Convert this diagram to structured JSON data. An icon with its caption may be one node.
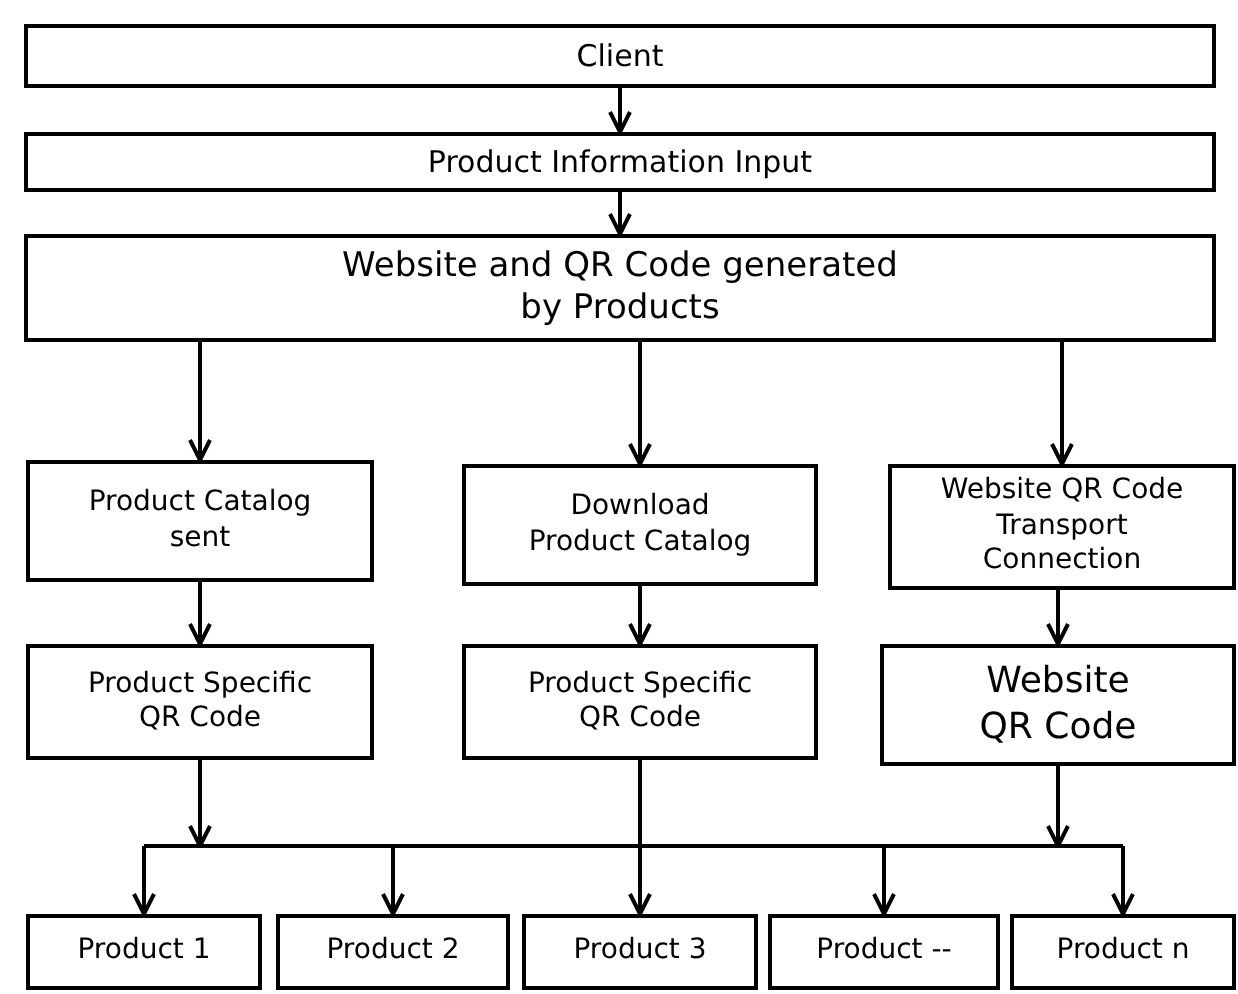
{
  "diagram": {
    "nodes": [
      {
        "text": [
          "Client"
        ]
      },
      {
        "text": [
          "Product Information Input"
        ]
      },
      {
        "text": [
          "Website and QR Code generated by Products"
        ]
      },
      {
        "text": [
          "Product Catalog sent"
        ]
      },
      {
        "text": [
          "Download Product Catalog"
        ]
      },
      {
        "text": [
          "Website QR Code Transport Connection"
        ]
      },
      {
        "text": [
          "Product Specific QR Code"
        ]
      },
      {
        "text": [
          "Product Specific QR Code"
        ]
      },
      {
        "text": [
          "Website QR Code"
        ]
      },
      {
        "text": [
          "Product 1"
        ]
      },
      {
        "text": [
          "Product 2"
        ]
      },
      {
        "text": [
          "Product 3"
        ]
      },
      {
        "text": [
          "Product --"
        ]
      },
      {
        "text": [
          "Product n"
        ]
      }
    ],
    "edges": [
      {
        "from": 0,
        "to": 1,
        "arrow": "to"
      },
      {
        "from": 1,
        "to": 2,
        "arrow": "to"
      },
      {
        "from": 2,
        "to": 3,
        "arrow": "to"
      },
      {
        "from": 2,
        "to": 4,
        "arrow": "to"
      },
      {
        "from": 2,
        "to": 5,
        "arrow": "to"
      },
      {
        "from": 3,
        "to": 6,
        "arrow": "to"
      },
      {
        "from": 4,
        "to": 7,
        "arrow": "to"
      },
      {
        "from": 5,
        "to": 8,
        "arrow": "to"
      },
      {
        "from": 6,
        "to": 9,
        "arrow": "to"
      },
      {
        "from": 6,
        "to": 10,
        "arrow": "to"
      },
      {
        "from": 6,
        "to": 11,
        "arrow": "to"
      },
      {
        "from": 6,
        "to": 12,
        "arrow": "to"
      },
      {
        "from": 6,
        "to": 13,
        "arrow": "to"
      },
      {
        "from": 7,
        "to": 9,
        "arrow": "to"
      },
      {
        "from": 7,
        "to": 10,
        "arrow": "to"
      },
      {
        "from": 7,
        "to": 11,
        "arrow": "to"
      },
      {
        "from": 7,
        "to": 12,
        "arrow": "to"
      },
      {
        "from": 7,
        "to": 13,
        "arrow": "to"
      },
      {
        "from": 8,
        "to": 9,
        "arrow": "to"
      },
      {
        "from": 8,
        "to": 10,
        "arrow": "to"
      },
      {
        "from": 8,
        "to": 11,
        "arrow": "to"
      },
      {
        "from": 8,
        "to": 12,
        "arrow": "to"
      },
      {
        "from": 8,
        "to": 13,
        "arrow": "to"
      }
    ]
  }
}
